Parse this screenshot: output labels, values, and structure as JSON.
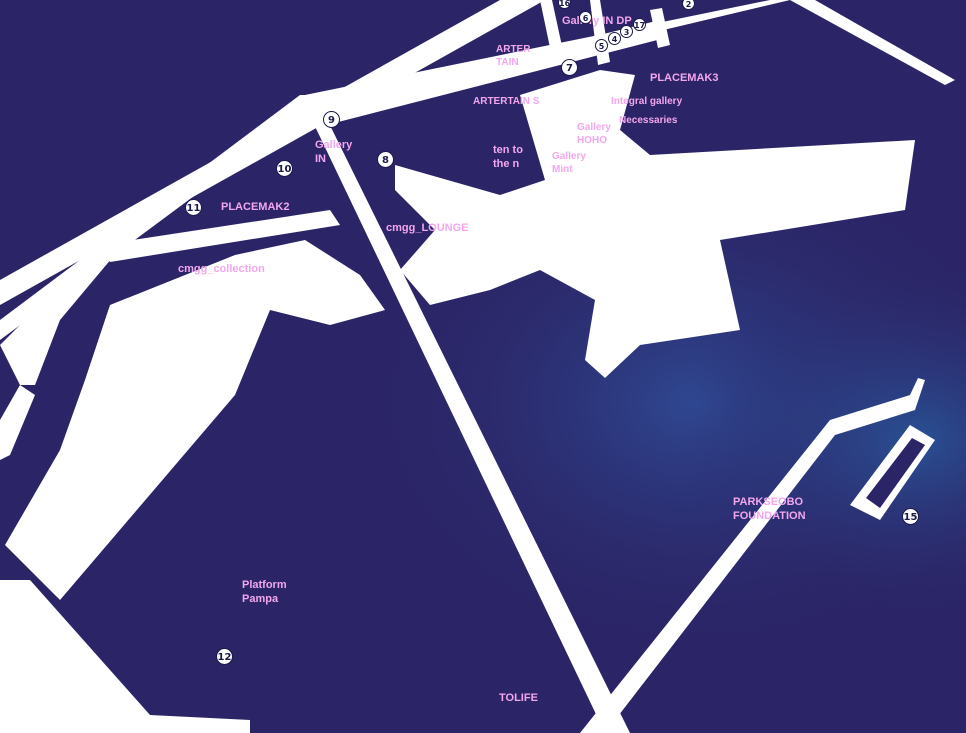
{
  "map": {
    "background_color": "#2b2567",
    "accent_color": "#f3a6ee",
    "road_color": "#ffffff",
    "labels": {
      "gallery_in_top": "Gallery IN DP",
      "arter_tain": "ARTER\nTAIN",
      "placemak3": "PLACEMAK3",
      "artertain_s": "ARTERTAIN S",
      "integral_gallery": "Integral gallery",
      "gallery_hoho": "Gallery\nHOHO",
      "necessaries": "Necessaries",
      "gallery_in": "Gallery\nIN",
      "ten_to_the_n": "ten to\nthe n",
      "gallery_mint": "Gallery\nMint",
      "placemak2": "PLACEMAK2",
      "cmgg_lounge": "cmgg_LOUNGE",
      "cmgg_collection": "cmgg_collection",
      "parkseobo": "PARKSEOBO\nFOUNDATION",
      "platform_pampa": "Platform\nPampa",
      "tolife": "TOLIFE"
    },
    "markers": {
      "m2": "2",
      "m3": "3",
      "m4": "4",
      "m5": "5",
      "m6": "6",
      "m7": "7",
      "m8": "8",
      "m9": "9",
      "m10": "10",
      "m11": "11",
      "m12": "12",
      "m15": "15",
      "m16": "16",
      "m17": "17"
    }
  }
}
